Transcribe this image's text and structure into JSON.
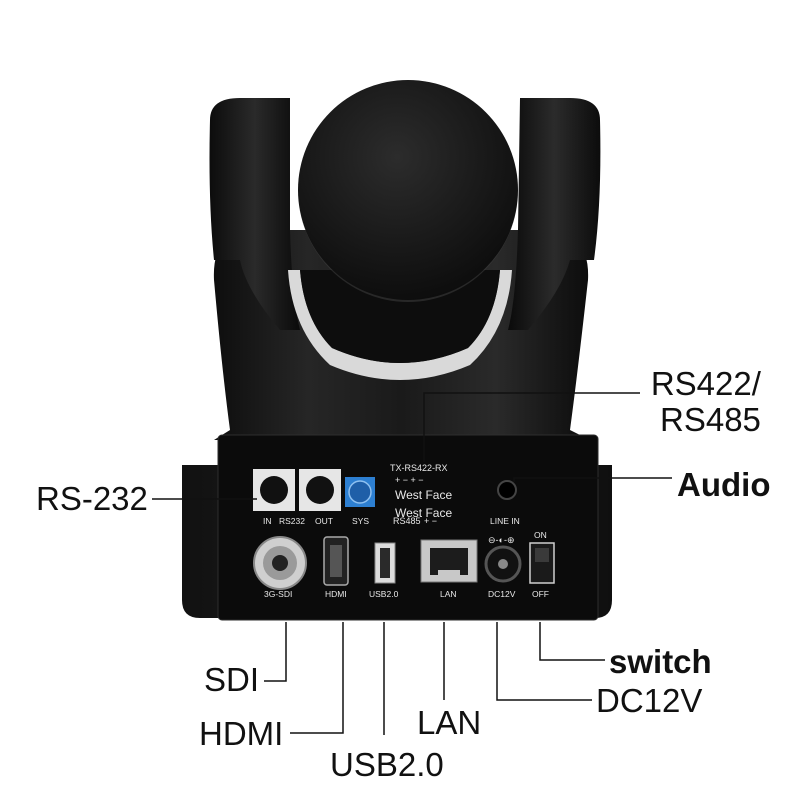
{
  "panel": {
    "rs232_in": "IN",
    "rs232": "RS232",
    "rs232_out": "OUT",
    "sys": "SYS",
    "tx_rx": "TX-RS422-RX",
    "plus_minus": "+  −  +  −",
    "watermark_1": "West Face",
    "watermark_2": "West Face",
    "rs485": "RS485",
    "rs485_pm": "+ −",
    "line_in": "LINE  IN",
    "on": "ON",
    "off": "OFF",
    "sdi_port": "3G-SDI",
    "hdmi_port": "HDMI",
    "usb_port": "USB2.0",
    "lan_port": "LAN",
    "dc_port": "DC12V"
  },
  "callouts": {
    "rs232": "RS-232",
    "rs422_line1": "RS422/",
    "rs422_line2": "RS485",
    "audio": "Audio",
    "switch": "switch",
    "dc12v": "DC12V",
    "sdi": "SDI",
    "hdmi": "HDMI",
    "lan": "LAN",
    "usb": "USB2.0"
  }
}
